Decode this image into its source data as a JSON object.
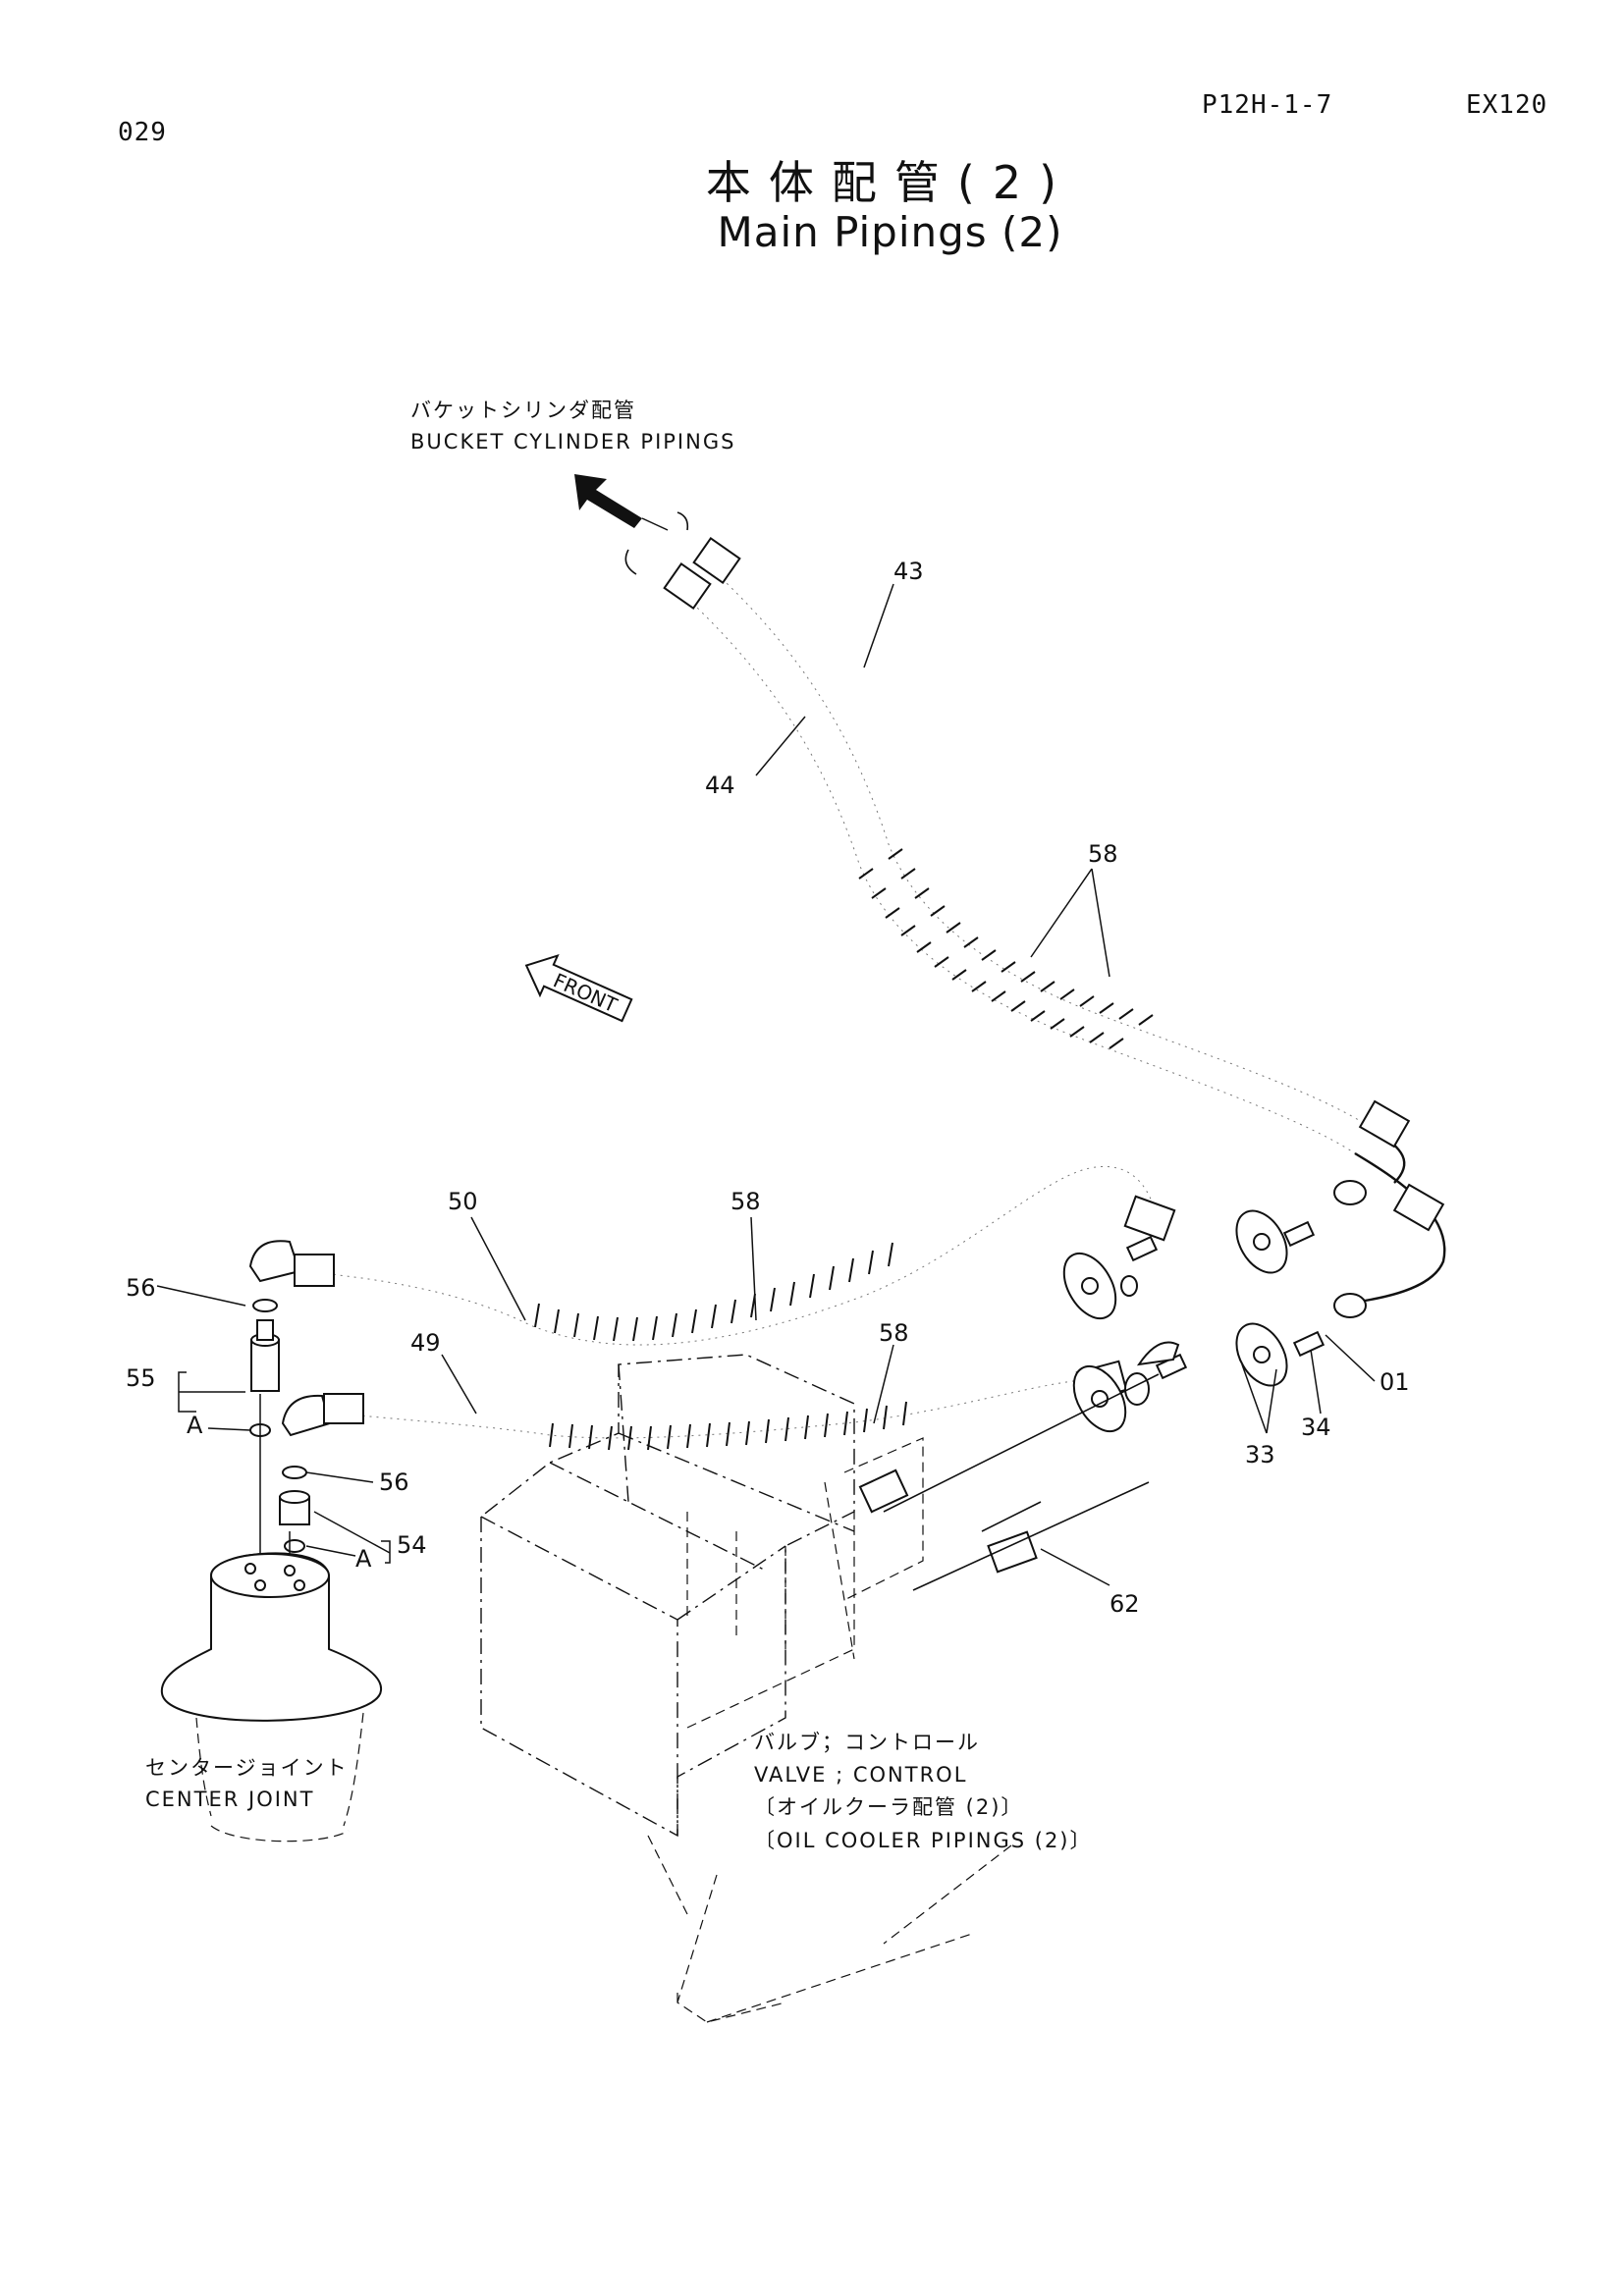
{
  "header": {
    "page_number": "029",
    "ref_code": "P12H-1-7",
    "model": "EX120"
  },
  "title": {
    "ja": "本体配管(2)",
    "en": "Main Pipings (2)"
  },
  "notes": {
    "bucket_ja": "バケットシリンダ配管",
    "bucket_en": "BUCKET CYLINDER PIPINGS",
    "front": "FRONT",
    "center_ja": "センタージョイント",
    "center_en": "CENTER JOINT",
    "valve_ja": "バルブ；コントロール",
    "valve_en": "VALVE ; CONTROL",
    "oil_ja": "〔オイルクーラ配管 (2)〕",
    "oil_en": "〔OIL COOLER PIPINGS (2)〕"
  },
  "callouts": {
    "p43": "43",
    "p44": "44",
    "p58a": "58",
    "p50": "50",
    "p58b": "58",
    "p56a": "56",
    "p55": "55",
    "p49": "49",
    "p58c": "58",
    "pA1": "A",
    "p56b": "56",
    "p54": "54",
    "pA2": "A",
    "p01": "01",
    "p34": "34",
    "p33": "33",
    "p62": "62"
  }
}
